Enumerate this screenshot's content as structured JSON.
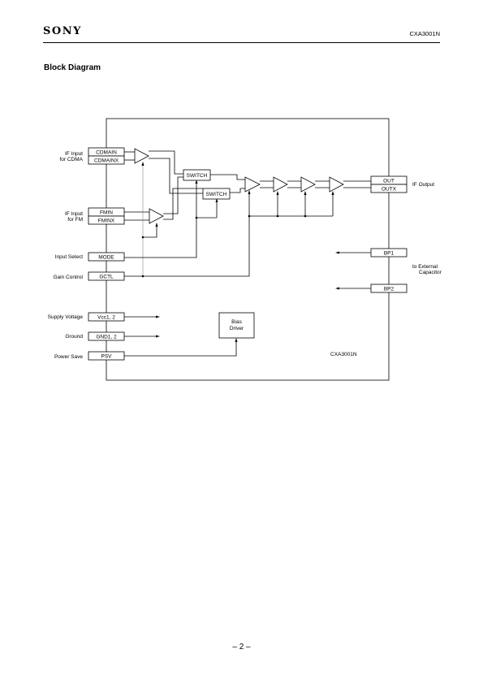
{
  "header": {
    "logo": "SONY",
    "part_number": "CXA3001N"
  },
  "section_title": "Block Diagram",
  "page_number": "– 2 –",
  "diagram": {
    "pins": {
      "cdmain": "CDMAIN",
      "cdmainx": "CDMAINX",
      "fmin": "FMIN",
      "fminx": "FMINX",
      "mode": "MODE",
      "gctl": "GCTL",
      "vcc": "Vcc1, 2",
      "gnd": "GND1, 2",
      "psv": "PSV",
      "out": "OUT",
      "outx": "OUTX",
      "bp1": "BP1",
      "bp2": "BP2"
    },
    "labels": {
      "if_input_cdma_1": "IF Input",
      "if_input_cdma_2": "for CDMA",
      "if_input_fm_1": "IF Input",
      "if_input_fm_2": "for FM",
      "input_select": "Input Select",
      "gain_control": "Gain Control",
      "supply_voltage": "Supply Voltage",
      "ground": "Ground",
      "power_save": "Power Save",
      "if_output": "IF Output",
      "to_external_1": "to External",
      "to_external_2": "Capacitor",
      "chip_name": "CXA3001N"
    },
    "blocks": {
      "switch_1": "SWITCH",
      "switch_2": "SWITCH",
      "bias_driver_1": "Bias",
      "bias_driver_2": "Driver"
    }
  }
}
